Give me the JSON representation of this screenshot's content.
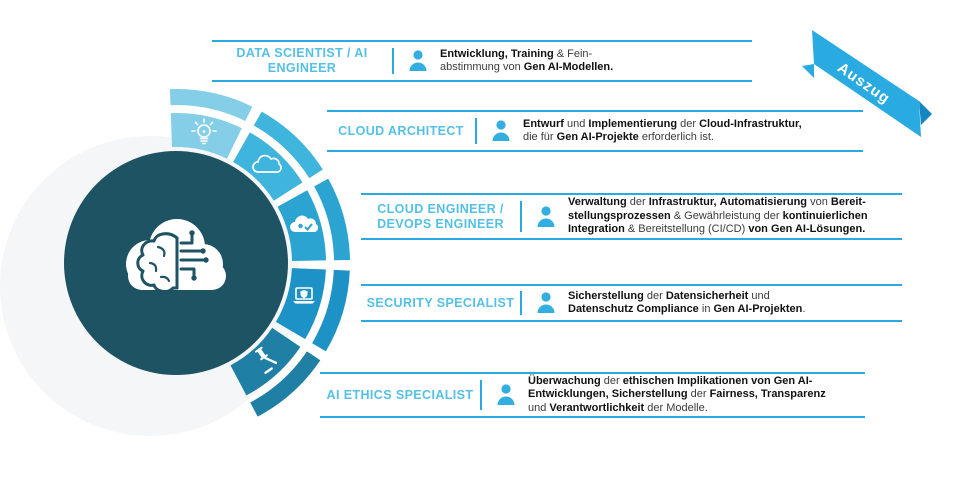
{
  "palette": {
    "rule_blue": "#29ABE2",
    "title_blue": "#54C0E6",
    "person_blue": "#33AEE0",
    "body_text": "#3B3B3B",
    "bold_text": "#111111",
    "center_circle": "#1D5363",
    "halo": "#F5F6F7",
    "icon_white": "#FFFFFF"
  },
  "ribbon": {
    "label": "Auszug",
    "color": "#29ABE2",
    "fold_color": "#1486C4",
    "text_color": "#FFFFFF"
  },
  "wheel": {
    "center_icon": "cloud-ai-brain",
    "segments": [
      {
        "role": "data-scientist-ai-engineer",
        "icon": "idea-bulb",
        "color": "#85CEE8"
      },
      {
        "role": "cloud-architect",
        "icon": "cloud-outline",
        "color": "#3FB4DC"
      },
      {
        "role": "cloud-devops-engineer",
        "icon": "cloud-solid",
        "color": "#2BA4D2"
      },
      {
        "role": "security-specialist",
        "icon": "laptop-shield",
        "color": "#1D92C6"
      },
      {
        "role": "ai-ethics-specialist",
        "icon": "gavel",
        "color": "#1F7FA4"
      }
    ]
  },
  "rows": [
    {
      "title": "DATA SCIENTIST / AI ENGINEER",
      "desc": [
        {
          "t": "Entwicklung, Training",
          "b": true
        },
        {
          "t": " & Fein-"
        },
        {
          "br": true
        },
        {
          "t": "abstimmung von "
        },
        {
          "t": "Gen AI-Modellen.",
          "b": true
        }
      ]
    },
    {
      "title": "CLOUD ARCHITECT",
      "desc": [
        {
          "t": "Entwurf",
          "b": true
        },
        {
          "t": " und "
        },
        {
          "t": "Implementierung",
          "b": true
        },
        {
          "t": " der "
        },
        {
          "t": "Cloud-Infrastruktur,",
          "b": true
        },
        {
          "br": true
        },
        {
          "t": "die für "
        },
        {
          "t": "Gen AI-Projekte",
          "b": true
        },
        {
          "t": " erforderlich ist."
        }
      ]
    },
    {
      "title": "CLOUD ENGINEER / DEVOPS ENGINEER",
      "desc": [
        {
          "t": "Verwaltung",
          "b": true
        },
        {
          "t": " der "
        },
        {
          "t": "Infrastruktur,",
          "b": true
        },
        {
          "t": " "
        },
        {
          "t": "Automatisierung",
          "b": true
        },
        {
          "t": " von "
        },
        {
          "t": "Bereit-",
          "b": true
        },
        {
          "br": true
        },
        {
          "t": "stellungsprozessen",
          "b": true
        },
        {
          "t": " & Gewährleistung der "
        },
        {
          "t": "kontinuierlichen",
          "b": true
        },
        {
          "br": true
        },
        {
          "t": "Integration",
          "b": true
        },
        {
          "t": " & Bereitstellung (CI/CD) "
        },
        {
          "t": "von Gen AI-Lösungen.",
          "b": true
        }
      ]
    },
    {
      "title": "SECURITY SPECIALIST",
      "desc": [
        {
          "t": "Sicherstellung",
          "b": true
        },
        {
          "t": " der "
        },
        {
          "t": "Datensicherheit",
          "b": true
        },
        {
          "t": " und"
        },
        {
          "br": true
        },
        {
          "t": "Datenschutz Compliance",
          "b": true
        },
        {
          "t": " in "
        },
        {
          "t": "Gen AI-Projekten",
          "b": true
        },
        {
          "t": "."
        }
      ]
    },
    {
      "title": "AI ETHICS SPECIALIST",
      "desc": [
        {
          "t": "Überwachung",
          "b": true
        },
        {
          "t": " der "
        },
        {
          "t": "ethischen Implikationen von Gen AI-",
          "b": true
        },
        {
          "br": true
        },
        {
          "t": "Entwicklungen,",
          "b": true
        },
        {
          "t": " "
        },
        {
          "t": "Sicherstellung",
          "b": true
        },
        {
          "t": " der "
        },
        {
          "t": "Fairness, Transparenz",
          "b": true
        },
        {
          "br": true
        },
        {
          "t": "und "
        },
        {
          "t": "Verantwortlichkeit",
          "b": true
        },
        {
          "t": " der Modelle."
        }
      ]
    }
  ]
}
